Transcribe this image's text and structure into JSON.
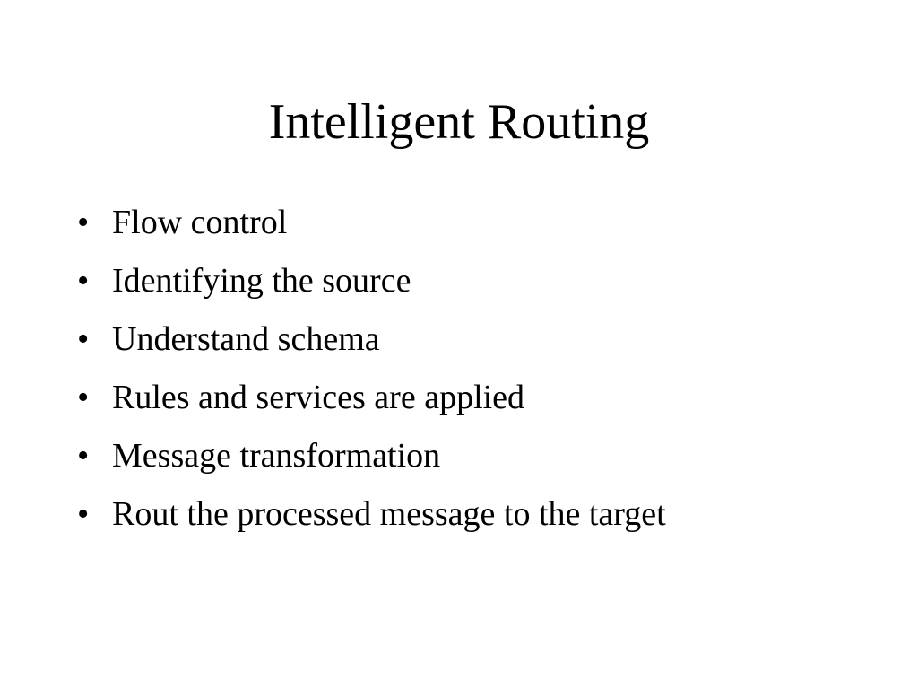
{
  "slide": {
    "title": "Intelligent Routing",
    "bullet_glyph": "•",
    "bullets": [
      "Flow control",
      "Identifying the source",
      "Understand schema",
      "Rules and services are applied",
      "Message transformation",
      "Rout the processed message to the target"
    ]
  }
}
